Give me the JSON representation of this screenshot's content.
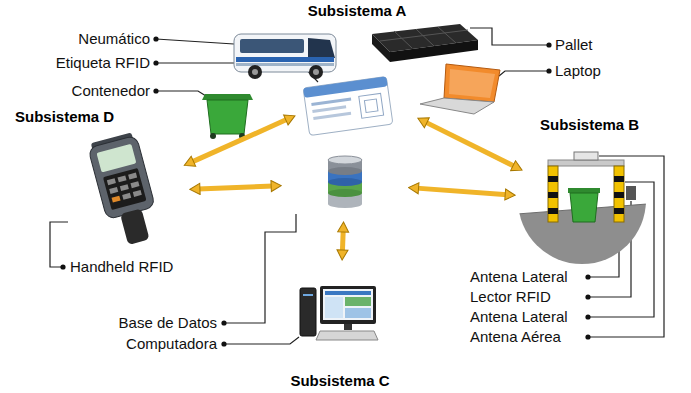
{
  "diagram": {
    "nodes": [
      {
        "text": [
          "Subsistema A"
        ]
      },
      {
        "text": [
          "Subsistema D"
        ]
      },
      {
        "text": [
          "Base de Datos"
        ]
      },
      {
        "text": [
          "Subsistema B"
        ]
      },
      {
        "text": [
          "Subsistema C"
        ]
      }
    ],
    "edges": [
      {
        "from": 0,
        "to": 1,
        "arrow": "both"
      },
      {
        "from": 0,
        "to": 3,
        "arrow": "both"
      },
      {
        "from": 1,
        "to": 2,
        "arrow": "both"
      },
      {
        "from": 2,
        "to": 3,
        "arrow": "both"
      },
      {
        "from": 2,
        "to": 4,
        "arrow": "both"
      }
    ],
    "labels": [
      "Neumático",
      "Etiqueta RFID",
      "Contenedor",
      "Pallet",
      "Laptop",
      "Handheld RFID",
      "Antena Lateral",
      "Lector RFID",
      "Antena Lateral",
      "Antena Aérea",
      "Computadora"
    ]
  }
}
